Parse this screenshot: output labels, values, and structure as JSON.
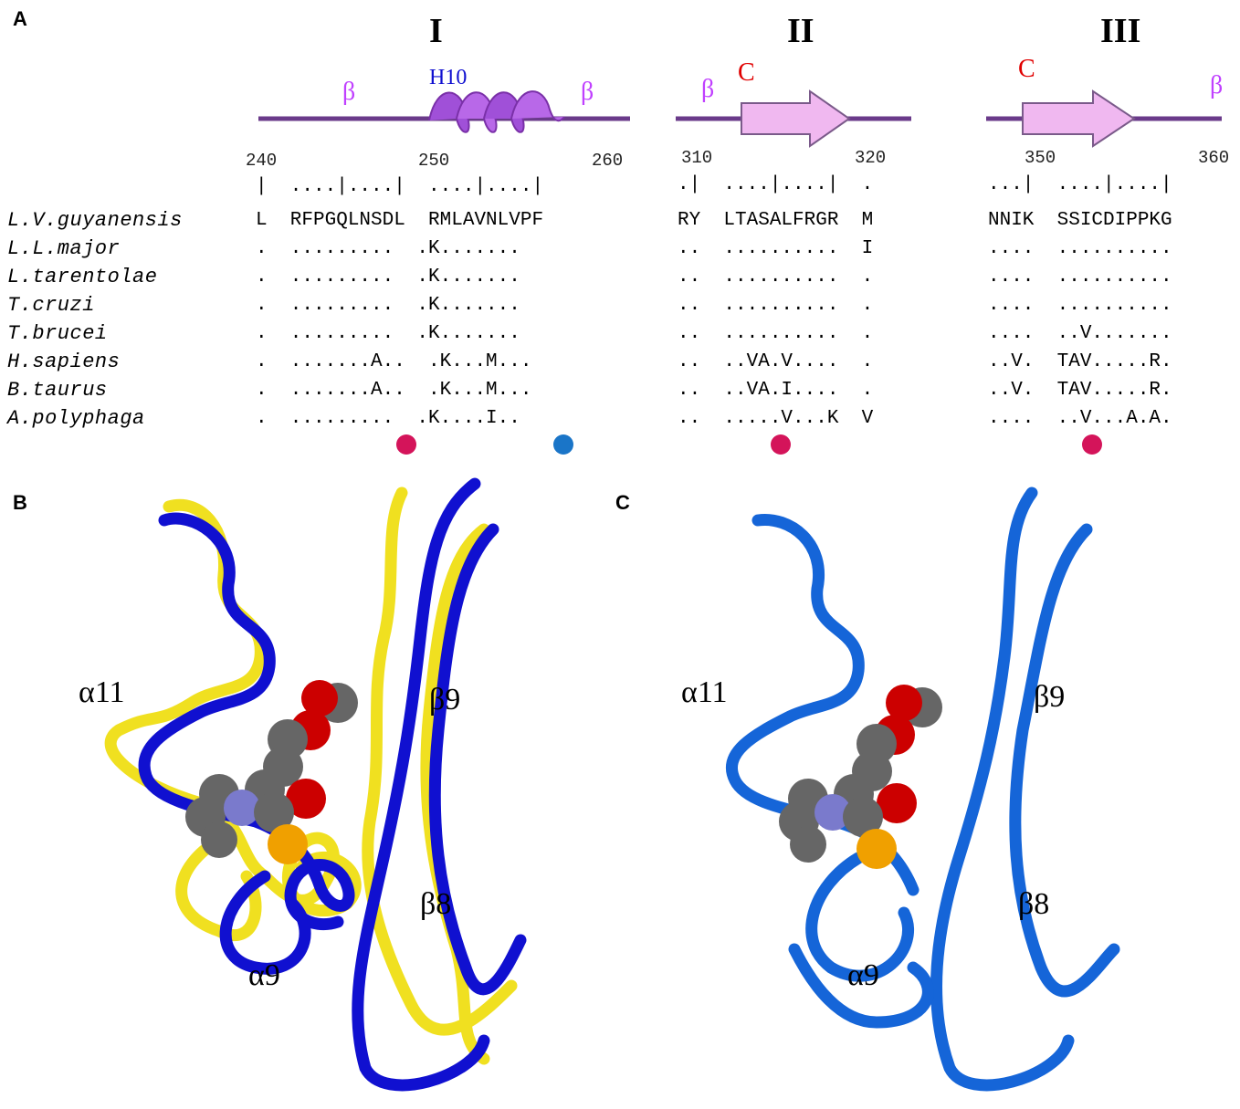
{
  "panel_a": {
    "letter": "A",
    "regions": [
      {
        "label": "I",
        "ss": [
          {
            "text": "β",
            "color": "#c040ff"
          },
          {
            "text": "H10",
            "color": "#1010d0"
          },
          {
            "text": "β",
            "color": "#c040ff"
          }
        ],
        "numbers": [
          "240",
          "250",
          "260"
        ],
        "ruler": "|  ....|....|  ....|....|",
        "sequences": [
          "L  RFPGQLNSDL  RMLAVNLVPF",
          ".  .........  .K.......",
          ".  .........  .K.......",
          ".  .........  .K.......",
          ".  .........  .K.......",
          ".  .......A..  .K...M...",
          ".  .......A..  .K...M...",
          ".  .........  .K....I.."
        ]
      },
      {
        "label": "II",
        "ss": [
          {
            "text": "β",
            "color": "#c040ff"
          },
          {
            "text": "C",
            "color": "#e00000"
          }
        ],
        "numbers": [
          "310",
          "320"
        ],
        "ruler": ".|  ....|....|  .",
        "sequences": [
          "RY  LTASALFRGR  M",
          "..  ..........  I",
          "..  ..........  .",
          "..  ..........  .",
          "..  ..........  .",
          "..  ..VA.V....  .",
          "..  ..VA.I....  .",
          "..  .....V...K  V"
        ]
      },
      {
        "label": "III",
        "ss": [
          {
            "text": "C",
            "color": "#e00000"
          },
          {
            "text": "β",
            "color": "#c040ff"
          }
        ],
        "numbers": [
          "350",
          "360"
        ],
        "ruler": "...|  ....|....|",
        "sequences": [
          "NNIK  SSICDIPPKG",
          "....  ..........",
          "....  ..........",
          "....  ..........",
          "....  ..V.......",
          "..V.  TAV.....R.",
          "..V.  TAV.....R.",
          "....  ..V...A.A."
        ]
      }
    ],
    "species": [
      "L.V.guyanensis",
      "L.L.major",
      "L.tarentolae",
      "T.cruzi",
      "T.brucei",
      "H.sapiens",
      "B.taurus",
      "A.polyphaga"
    ],
    "markers": [
      {
        "region": "I",
        "color": "#d4145a"
      },
      {
        "region": "I",
        "color": "#1a75c8"
      },
      {
        "region": "II",
        "color": "#d4145a"
      },
      {
        "region": "III",
        "color": "#d4145a"
      }
    ]
  },
  "panel_b": {
    "letter": "B",
    "labels": [
      "α11",
      "β9",
      "β8",
      "α9"
    ],
    "colors": {
      "ribbon1": "#1010d0",
      "ribbon2": "#f0e020"
    }
  },
  "panel_c": {
    "letter": "C",
    "labels": [
      "α11",
      "β9",
      "β8",
      "α9"
    ],
    "colors": {
      "ribbon": "#1565d8"
    }
  }
}
